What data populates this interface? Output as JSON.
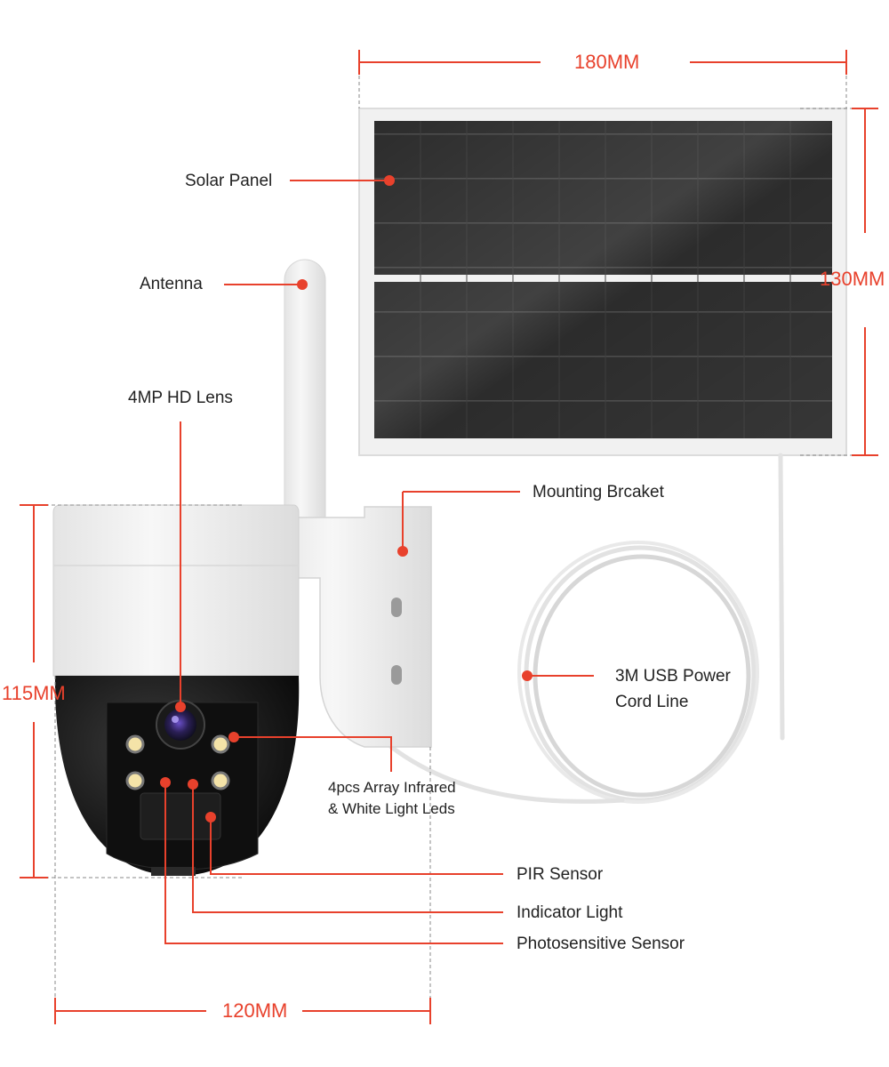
{
  "colors": {
    "accent": "#e8412c",
    "label_text": "#222222",
    "camera_white": "#f1f1f1",
    "camera_black": "#121212",
    "solar_cell": "#2a2a2a",
    "panel_frame": "#eeeeee"
  },
  "dimensions": {
    "solar_width": "180MM",
    "solar_height": "130MM",
    "camera_height": "115MM",
    "camera_width": "120MM"
  },
  "callouts": {
    "solar_panel": "Solar Panel",
    "antenna": "Antenna",
    "lens": "4MP HD Lens",
    "mounting_bracket": "Mounting Brcaket",
    "usb_cord_line1": "3M USB Power",
    "usb_cord_line2": "Cord Line",
    "leds_line1": "4pcs Array Infrared",
    "leds_line2": "& White Light Leds",
    "pir_sensor": "PIR Sensor",
    "indicator_light": "Indicator Light",
    "photosensitive_sensor": "Photosensitive Sensor"
  },
  "icons": [
    "solar-panel-icon",
    "camera-icon",
    "antenna-icon",
    "lens-icon",
    "led-icon",
    "mounting-bracket-icon",
    "cable-coil-icon"
  ]
}
